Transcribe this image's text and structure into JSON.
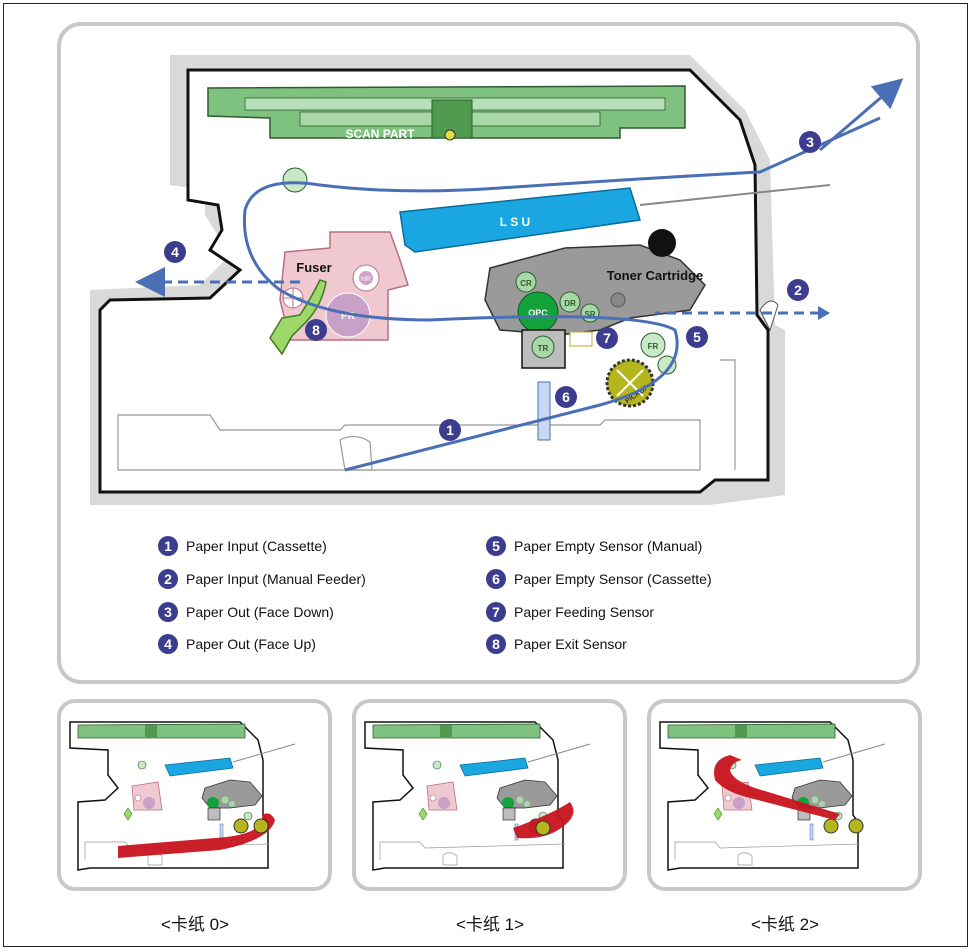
{
  "diagram": {
    "labels": {
      "scan_part": "SCAN PART",
      "lsu": "L S U",
      "fuser": "Fuser",
      "toner_cartridge": "Toner Cartridge",
      "cr": "CR",
      "opc": "OPC",
      "dr": "DR",
      "sr": "SR",
      "tr": "TR",
      "fr": "FR",
      "pr": "PR",
      "hr": "HR",
      "pickup": "PICKUP"
    },
    "markers": [
      "1",
      "2",
      "3",
      "4",
      "5",
      "6",
      "7",
      "8"
    ]
  },
  "legend": {
    "left": [
      {
        "num": "1",
        "text": "Paper Input (Cassette)"
      },
      {
        "num": "2",
        "text": "Paper Input (Manual Feeder)"
      },
      {
        "num": "3",
        "text": "Paper Out (Face Down)"
      },
      {
        "num": "4",
        "text": "Paper Out (Face Up)"
      }
    ],
    "right": [
      {
        "num": "5",
        "text": "Paper Empty Sensor (Manual)"
      },
      {
        "num": "6",
        "text": "Paper Empty Sensor (Cassette)"
      },
      {
        "num": "7",
        "text": "Paper Feeding Sensor"
      },
      {
        "num": "8",
        "text": "Paper Exit Sensor"
      }
    ]
  },
  "captions": [
    "<卡纸 0>",
    "<卡纸 1>",
    "<卡纸 2>"
  ],
  "colors": {
    "paper_path": "#4a6fb5",
    "marker": "#3d3d8f",
    "jam": "#c8141e",
    "lsu": "#1aa6e0",
    "scan": "#7fc27f",
    "toner": "#9a9a9a",
    "opc": "#14a33a",
    "fuser": "#f0c8d0",
    "pickup": "#b5b51e"
  }
}
